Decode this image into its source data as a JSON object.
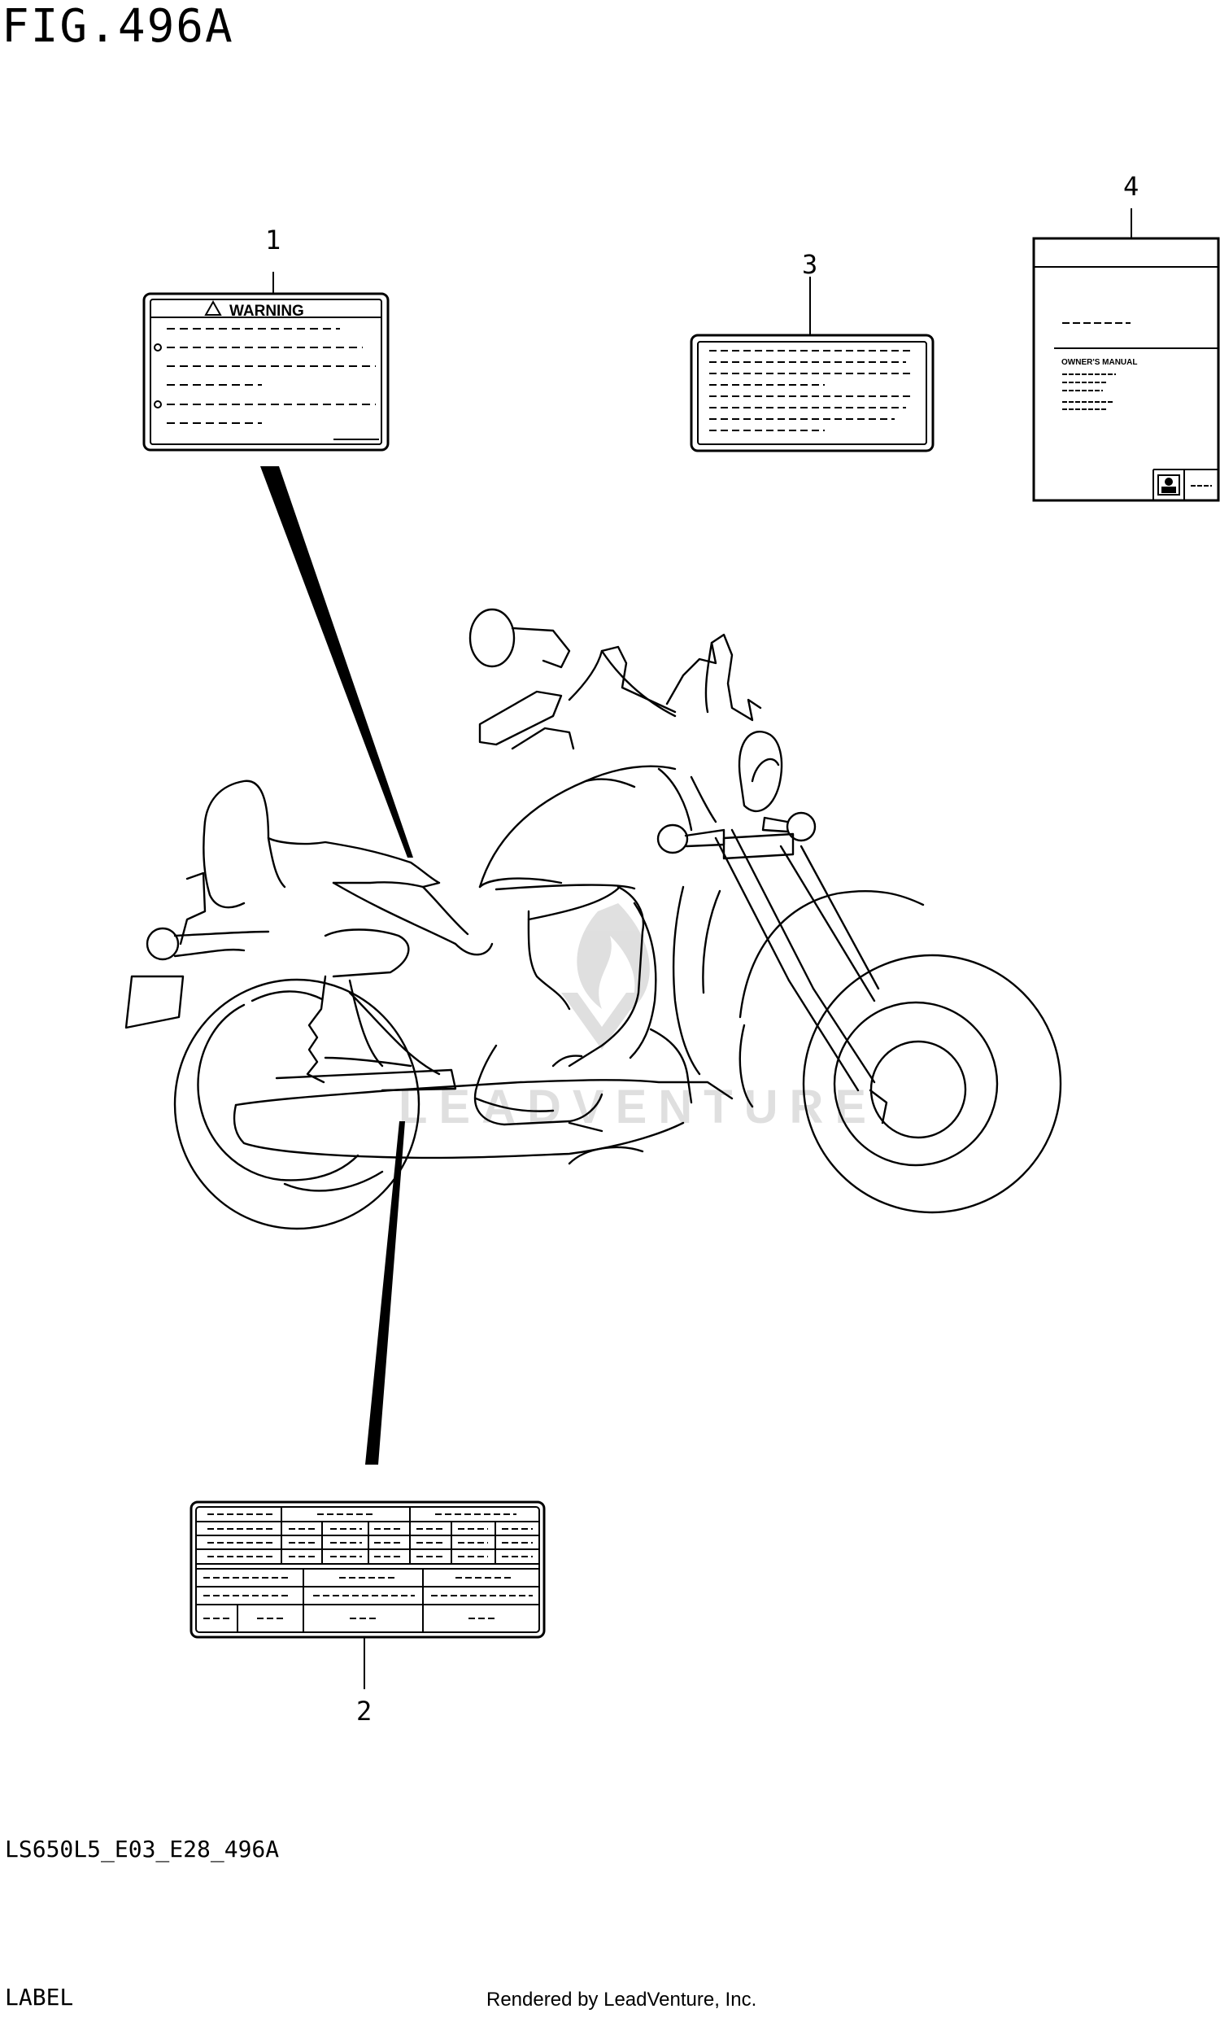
{
  "figure": {
    "title": "FIG.496A",
    "code": "LS650L5_E03_E28_496A",
    "label": "LABEL",
    "rendered_by": "Rendered by LeadVenture, Inc."
  },
  "callouts": [
    {
      "number": "1"
    },
    {
      "number": "2"
    },
    {
      "number": "3"
    },
    {
      "number": "4"
    }
  ],
  "labels": {
    "warning_label": {
      "heading": "WARNING"
    },
    "owners_manual": {
      "title": "OWNER'S MANUAL"
    }
  },
  "watermark": {
    "text": "LEADVENTURE"
  }
}
